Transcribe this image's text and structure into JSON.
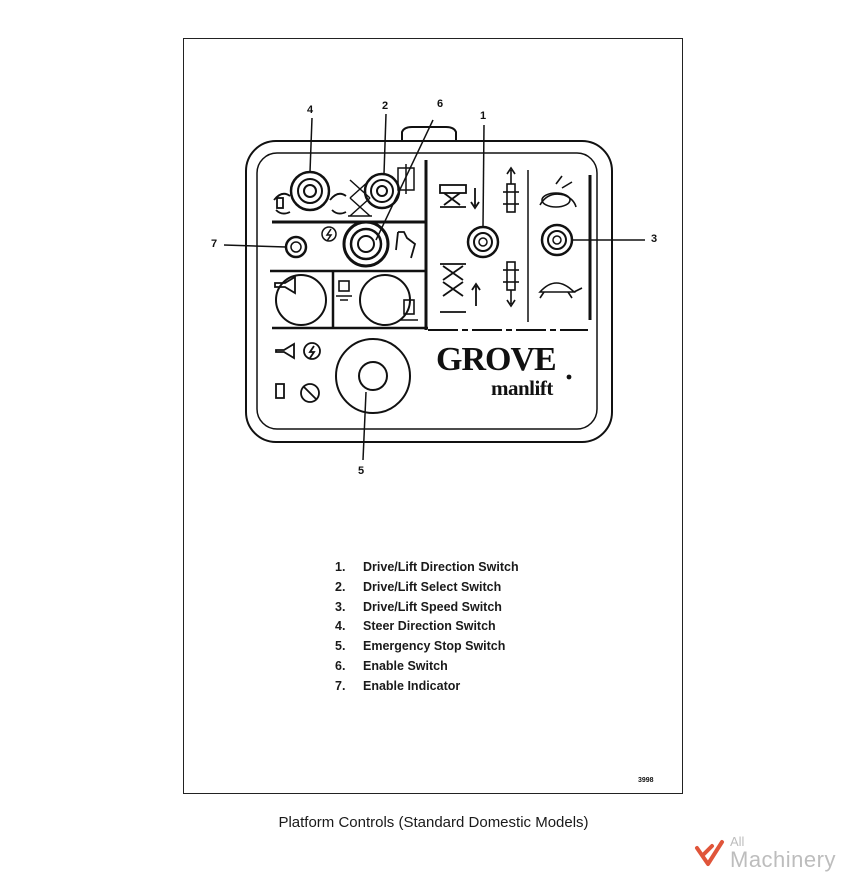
{
  "diagram": {
    "callouts": [
      {
        "id": "4",
        "label": "4"
      },
      {
        "id": "2",
        "label": "2"
      },
      {
        "id": "6",
        "label": "6"
      },
      {
        "id": "1",
        "label": "1"
      },
      {
        "id": "3",
        "label": "3"
      },
      {
        "id": "7",
        "label": "7"
      },
      {
        "id": "5",
        "label": "5"
      }
    ],
    "logo": {
      "main": "GROVE",
      "sub": "manlift"
    },
    "colors": {
      "ink": "#111111",
      "paper": "#ffffff",
      "watermark_accent": "#e0553a",
      "watermark_text": "#bdbdbd"
    }
  },
  "legend": [
    {
      "number": "1.",
      "text": "Drive/Lift Direction Switch"
    },
    {
      "number": "2.",
      "text": "Drive/Lift Select Switch"
    },
    {
      "number": "3.",
      "text": "Drive/Lift Speed Switch"
    },
    {
      "number": "4.",
      "text": "Steer Direction Switch"
    },
    {
      "number": "5.",
      "text": "Emergency Stop Switch"
    },
    {
      "number": "6.",
      "text": "Enable Switch"
    },
    {
      "number": "7.",
      "text": "Enable Indicator"
    }
  ],
  "figure_number": "3998",
  "caption": "Platform Controls (Standard Domestic Models)",
  "watermark": {
    "line1": "All",
    "line2": "Machinery"
  }
}
